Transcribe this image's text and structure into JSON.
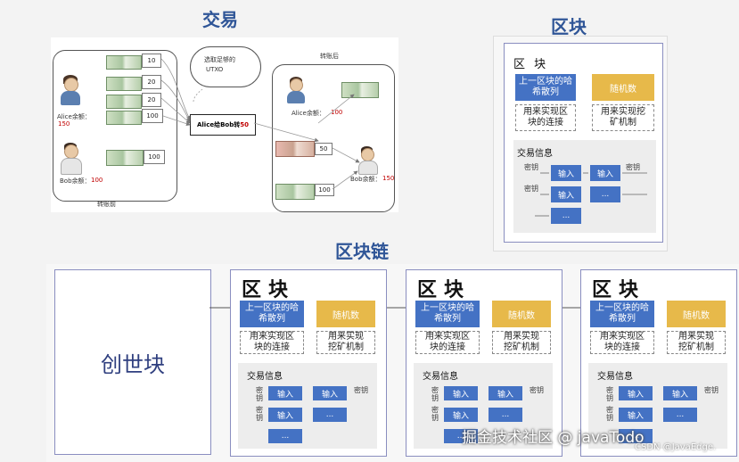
{
  "titles": {
    "transaction": "交易",
    "block": "区块",
    "chain": "区块链"
  },
  "tx": {
    "before_label": "转账前",
    "after_label": "转账后",
    "cloud_text_line1": "选取足够的",
    "cloud_text_line2": "UTXO",
    "transfer_prefix": "Alice给Bob转",
    "transfer_amount": "50",
    "alice_balance_label": "Alice余额：",
    "alice_balance_before": "150",
    "bob_balance_label": "Bob余额：",
    "bob_balance_before": "100",
    "alice_after_label": "Alice余额：",
    "alice_after_value": "100",
    "bob_after_label": "Bob余额：",
    "bob_after_value": "150",
    "before_bills": [
      "10",
      "20",
      "20",
      "100"
    ],
    "bob_bill": "100",
    "after_bill_red": "50",
    "after_bill_bob": "100"
  },
  "block": {
    "title": "区 块",
    "prev_hash": "上一区块的哈希散列",
    "nonce": "随机数",
    "prev_hash_note": "用来实现区块的连接",
    "nonce_note": "用来实现挖矿机制",
    "tx_info": "交易信息",
    "key": "密钥",
    "input": "输入",
    "ellipsis": "..."
  },
  "chain": {
    "genesis": "创世块",
    "block_title": "区块"
  },
  "watermark": {
    "line1": "掘金技术社区 @ javaTodo",
    "line2": "CSDN @JavaEdge."
  },
  "colors": {
    "blue": "#4472c4",
    "gold": "#e7b94a",
    "title": "#2f5597"
  }
}
